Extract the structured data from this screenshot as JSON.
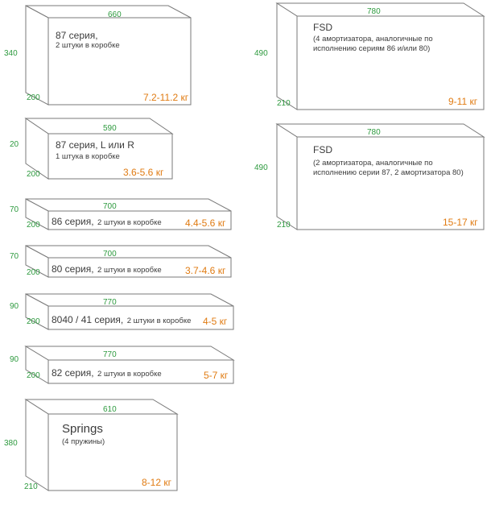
{
  "colors": {
    "dimension": "#2e9a3f",
    "weight": "#e07b12",
    "outline": "#7a7a7a",
    "text": "#3c3c3c"
  },
  "boxes": [
    {
      "width": "660",
      "height": "340",
      "depth": "200",
      "name": "87 серия,",
      "note": "2 штуки в коробке",
      "weight": "7.2-11.2 кг"
    },
    {
      "width": "590",
      "height": "20",
      "depth": "200",
      "name": "87 серия, L или R",
      "note": "1 штука в коробке",
      "weight": "3.6-5.6 кг"
    },
    {
      "width": "700",
      "height": "70",
      "depth": "200",
      "name": "86 серия,",
      "note": "2 штуки в коробке",
      "weight": "4.4-5.6 кг"
    },
    {
      "width": "700",
      "height": "70",
      "depth": "200",
      "name": "80 серия,",
      "note": "2 штуки в коробке",
      "weight": "3.7-4.6 кг"
    },
    {
      "width": "770",
      "height": "90",
      "depth": "200",
      "name": "8040 / 41 серия,",
      "note": "2 штуки в коробке",
      "weight": "4-5 кг"
    },
    {
      "width": "770",
      "height": "90",
      "depth": "200",
      "name": "82 серия,",
      "note": "2 штуки в коробке",
      "weight": "5-7 кг"
    },
    {
      "width": "610",
      "height": "380",
      "depth": "210",
      "name": "Springs",
      "note": "(4 пружины)",
      "weight": "8-12 кг"
    },
    {
      "width": "780",
      "height": "490",
      "depth": "210",
      "name": "FSD",
      "note": "(4 амортизатора, аналогичные по",
      "note2": "исполнению сериям 86 и/или 80)",
      "weight": "9-11 кг"
    },
    {
      "width": "780",
      "height": "490",
      "depth": "210",
      "name": "FSD",
      "note": "(2 амортизатора, аналогичные по",
      "note2": "исполнению серии 87, 2 амортизатора 80)",
      "weight": "15-17 кг"
    }
  ]
}
